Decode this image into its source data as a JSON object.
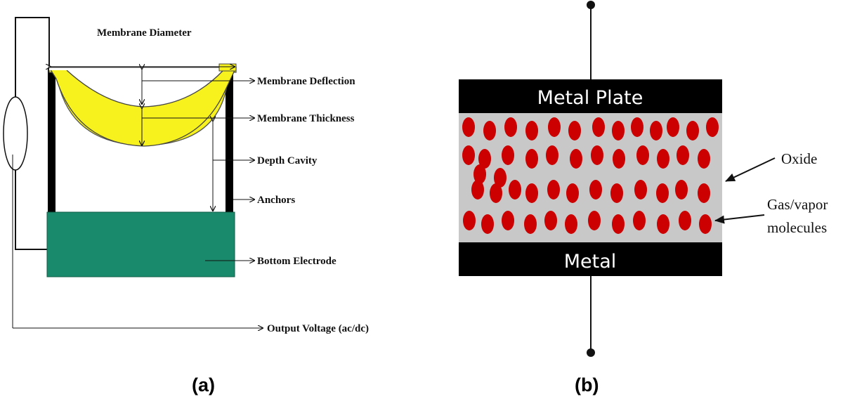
{
  "panel_a": {
    "caption": "(a)",
    "labels": {
      "membrane_diameter": "Membrane Diameter",
      "membrane_deflection": "Membrane Deflection",
      "membrane_thickness": "Membrane Thickness",
      "depth_cavity": "Depth Cavity",
      "anchors": "Anchors",
      "bottom_electrode": "Bottom Electrode",
      "output_voltage": "Output Voltage (ac/dc)"
    },
    "colors": {
      "membrane": "#f7f21e",
      "electrode": "#1a8a6c",
      "anchor": "#000000"
    }
  },
  "panel_b": {
    "caption": "(b)",
    "labels": {
      "top_plate": "Metal Plate",
      "bottom_plate": "Metal",
      "oxide": "Oxide",
      "gas_line1": "Gas/vapor",
      "gas_line2": "molecules"
    },
    "colors": {
      "plate": "#000000",
      "oxide": "#c8c8c8",
      "molecule": "#cc0000"
    }
  }
}
